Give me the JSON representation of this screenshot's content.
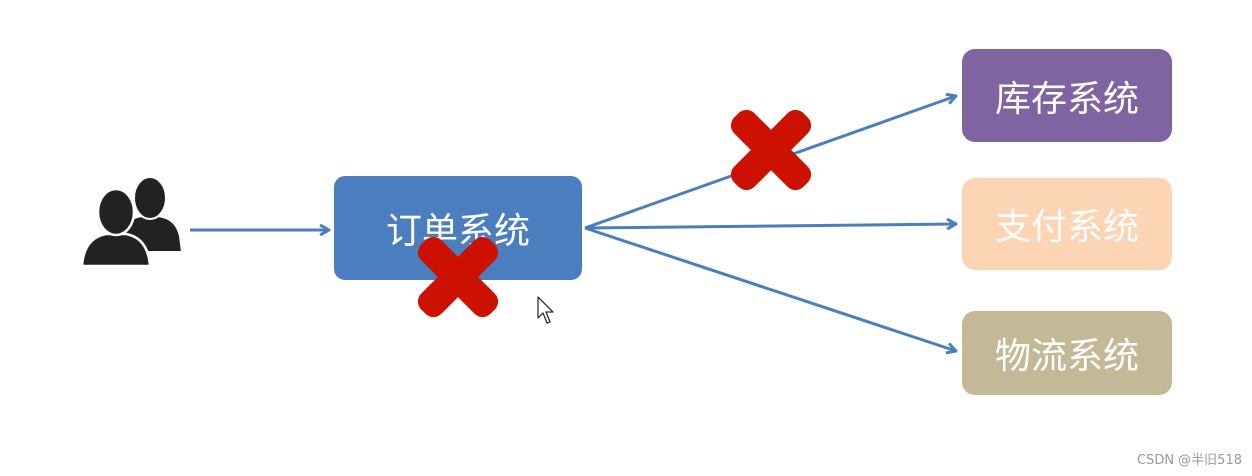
{
  "diagram": {
    "order_system": {
      "label": "订单系统",
      "color": "#4a7ebf"
    },
    "targets": [
      {
        "label": "库存系统",
        "color": "#8064a2",
        "failed": true
      },
      {
        "label": "支付系统",
        "color": "#fcd5b4",
        "failed": false
      },
      {
        "label": "物流系统",
        "color": "#c4b996",
        "failed": false
      }
    ],
    "arrow_color": "#4a7ebf",
    "failure_mark_color": "#cc1100",
    "icons": {
      "users": "users-icon",
      "cursor": "mouse-cursor-icon",
      "failure": "red-x-icon"
    }
  },
  "watermark": "CSDN @半旧518"
}
